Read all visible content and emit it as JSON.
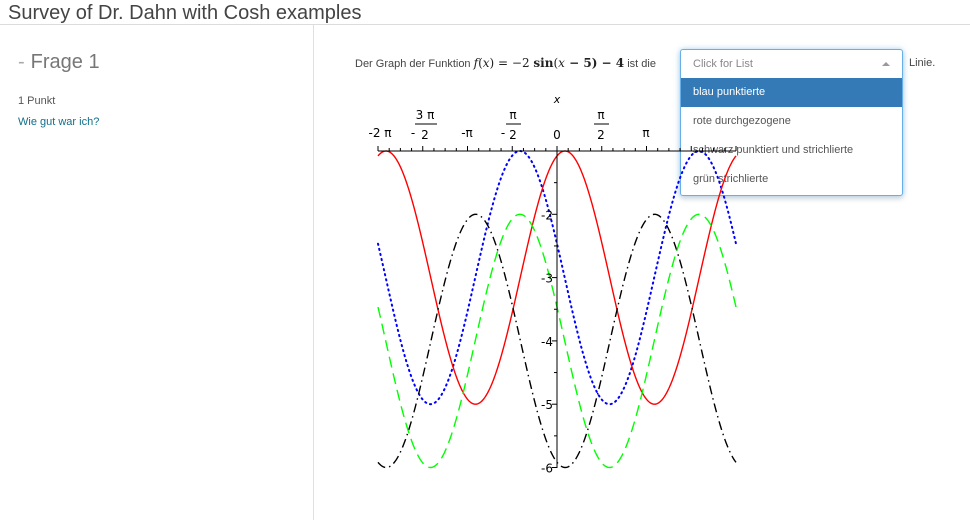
{
  "header": {
    "title": "Survey of Dr. Dahn with Cosh examples"
  },
  "question": {
    "heading_prefix": "-",
    "heading": "Frage 1",
    "points": "1 Punkt",
    "feedback_link": "Wie gut war ich?"
  },
  "prompt": {
    "before": "Der Graph der Funktion ",
    "math_f": "f",
    "math_x1": "x",
    "math_mid": " = −2 ",
    "math_sin": "sin",
    "math_open": "(",
    "math_x2": "x",
    "math_rest": " − 5) − 4",
    "after": " ist die",
    "suffix": "Linie."
  },
  "dropdown": {
    "placeholder": "Click for List",
    "state": "open",
    "caret_icon": "caret-up-icon",
    "options": [
      {
        "label": "blau punktierte",
        "highlighted": true
      },
      {
        "label": "rote durchgezogene",
        "highlighted": false
      },
      {
        "label": "schwarz punktiert und strichlierte",
        "highlighted": false
      },
      {
        "label": "grün strichlierte",
        "highlighted": false
      }
    ],
    "highlight_color": "#337ab7",
    "border_color": "#66afe9"
  },
  "chart_data": {
    "type": "line",
    "title": "",
    "xlabel": "x",
    "ylabel": "",
    "xlim": [
      -6.2832,
      6.2832
    ],
    "ylim": [
      -6,
      -1
    ],
    "x_ticks": [
      "-2 π",
      "-3π/2",
      "-π",
      "-π/2",
      "0",
      "π/2",
      "π"
    ],
    "y_ticks": [
      "-2",
      "-3",
      "-4",
      "-5",
      "-6"
    ],
    "grid": false,
    "series": [
      {
        "name": "blau punktierte",
        "color": "#0000ff",
        "style": "dotted",
        "formula": "2*cos(x+1.30)-3",
        "max": -1,
        "min": -5
      },
      {
        "name": "rote durchgezogene",
        "color": "#ff0000",
        "style": "solid",
        "formula": "2*cos(x-0.28)-3",
        "max": -1,
        "min": -5
      },
      {
        "name": "schwarz punktiert und strichlierte",
        "color": "#000000",
        "style": "dashdot",
        "formula": "-2*sin(x-5)-4",
        "max": -2,
        "min": -6
      },
      {
        "name": "grün strichlierte",
        "color": "#00ff00",
        "style": "dashed",
        "formula": "2*cos(x+1.30)-4",
        "max": -2,
        "min": -6
      }
    ]
  }
}
